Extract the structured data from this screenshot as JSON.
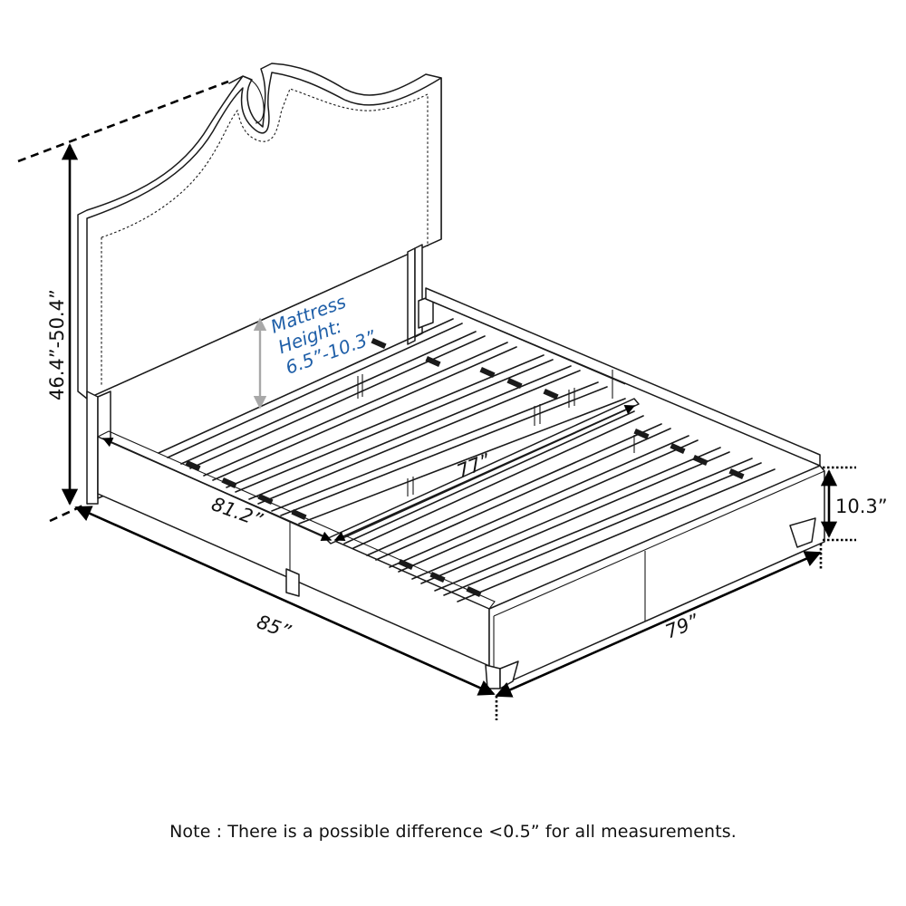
{
  "figure": {
    "subject": "Upholstered platform bed with nailhead-trim headboard",
    "view": "isometric line drawing with dimensions"
  },
  "dimensions": {
    "total_height": "46.4”-50.4”",
    "total_length": "85”",
    "total_width": "79”",
    "inner_length": "81.2”",
    "inner_width": "77”",
    "frame_height": "10.3”"
  },
  "mattress_callout": {
    "line1": "Mattress",
    "line2": "Height:",
    "line3": "6.5”-10.3”",
    "color": "#1f5fa8",
    "arrow_color": "#a8a8a8"
  },
  "note": "Note : There is a possible difference <0.5” for all measurements.",
  "colors": {
    "line": "#1a1a1a",
    "background": "#ffffff",
    "callout_text": "#1f5fa8"
  }
}
